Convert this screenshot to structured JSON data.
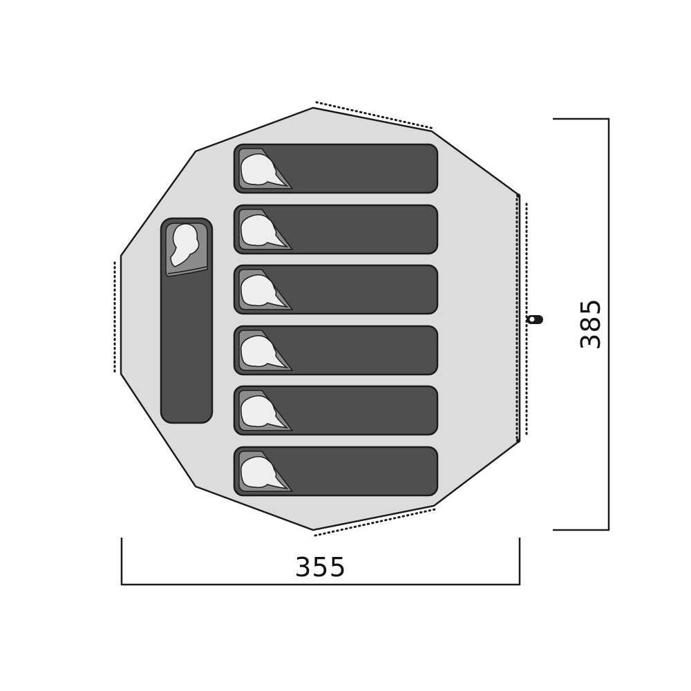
{
  "diagram": {
    "width_label": "355",
    "depth_label": "385",
    "berth_count": 7,
    "colors": {
      "floor": "#dcdcdc",
      "outline": "#1a1a1a",
      "bag": "#4f4f4f",
      "hood": "#8c8c8c",
      "head": "#eeeeee",
      "text": "#111111"
    },
    "icons": [
      "sleeping-bag-icon",
      "person-head-icon",
      "door-zip-icon",
      "pole-icon"
    ]
  }
}
